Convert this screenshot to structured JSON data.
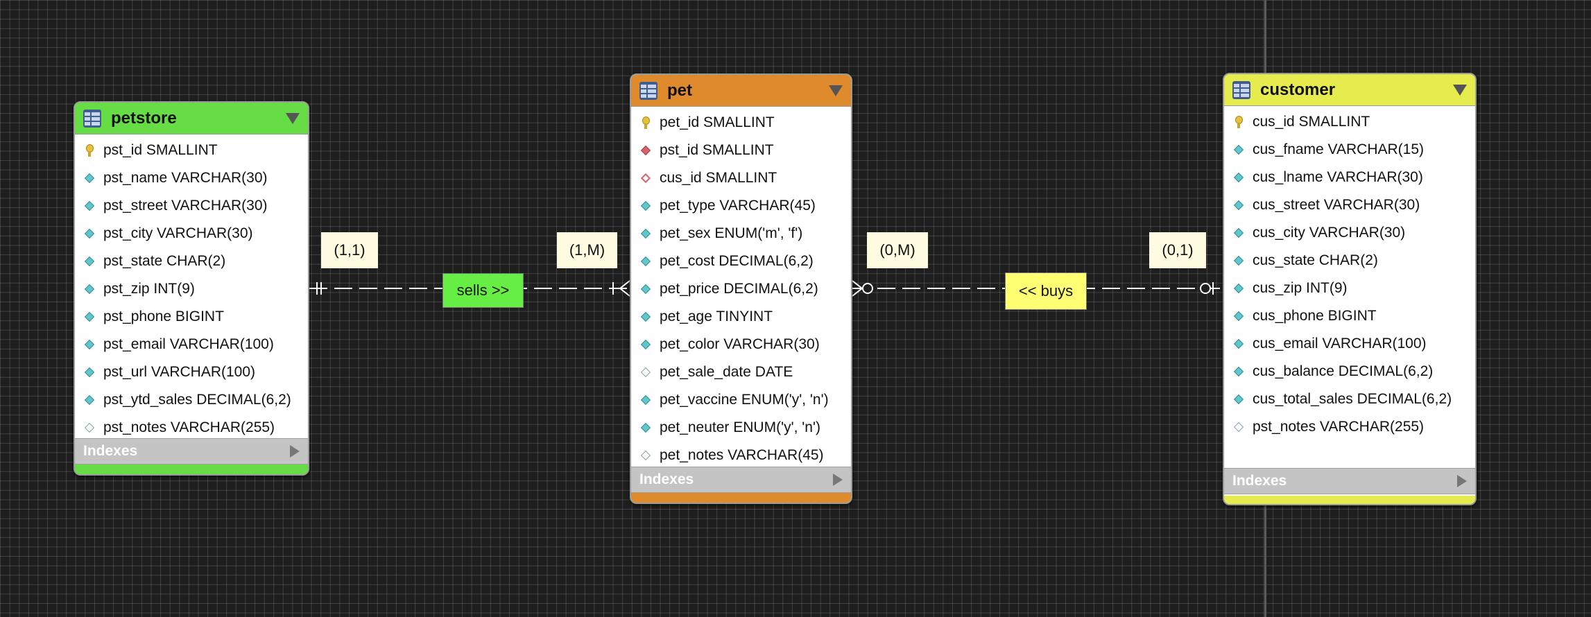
{
  "colors": {
    "petstore_header": "#66dd44",
    "pet_header": "#e08a2e",
    "customer_header": "#e6ec4e",
    "sells_box": "#66ee44",
    "buys_box": "#ffff73",
    "cardinality_bg": "#fffbe0",
    "connector": "#ffffff"
  },
  "tables": {
    "petstore": {
      "name": "petstore",
      "indexes_label": "Indexes",
      "fields": [
        {
          "text": "pst_id SMALLINT",
          "icon": "primary-key-icon"
        },
        {
          "text": "pst_name VARCHAR(30)",
          "icon": "attribute-icon"
        },
        {
          "text": "pst_street VARCHAR(30)",
          "icon": "attribute-icon"
        },
        {
          "text": "pst_city VARCHAR(30)",
          "icon": "attribute-icon"
        },
        {
          "text": "pst_state CHAR(2)",
          "icon": "attribute-icon"
        },
        {
          "text": "pst_zip INT(9)",
          "icon": "attribute-icon"
        },
        {
          "text": "pst_phone BIGINT",
          "icon": "attribute-icon"
        },
        {
          "text": "pst_email VARCHAR(100)",
          "icon": "attribute-icon"
        },
        {
          "text": "pst_url VARCHAR(100)",
          "icon": "attribute-icon"
        },
        {
          "text": "pst_ytd_sales DECIMAL(6,2)",
          "icon": "attribute-icon"
        },
        {
          "text": "pst_notes VARCHAR(255)",
          "icon": "nullable-attribute-icon"
        }
      ]
    },
    "pet": {
      "name": "pet",
      "indexes_label": "Indexes",
      "fields": [
        {
          "text": "pet_id SMALLINT",
          "icon": "primary-key-icon"
        },
        {
          "text": "pst_id SMALLINT",
          "icon": "foreign-key-icon"
        },
        {
          "text": "cus_id SMALLINT",
          "icon": "nullable-foreign-key-icon"
        },
        {
          "text": "pet_type VARCHAR(45)",
          "icon": "attribute-icon"
        },
        {
          "text": "pet_sex ENUM('m', 'f')",
          "icon": "attribute-icon"
        },
        {
          "text": "pet_cost DECIMAL(6,2)",
          "icon": "attribute-icon"
        },
        {
          "text": "pet_price DECIMAL(6,2)",
          "icon": "attribute-icon"
        },
        {
          "text": "pet_age TINYINT",
          "icon": "attribute-icon"
        },
        {
          "text": "pet_color VARCHAR(30)",
          "icon": "attribute-icon"
        },
        {
          "text": "pet_sale_date DATE",
          "icon": "nullable-attribute-icon"
        },
        {
          "text": "pet_vaccine ENUM('y', 'n')",
          "icon": "attribute-icon"
        },
        {
          "text": "pet_neuter ENUM('y', 'n')",
          "icon": "attribute-icon"
        },
        {
          "text": "pet_notes VARCHAR(45)",
          "icon": "nullable-attribute-icon"
        }
      ]
    },
    "customer": {
      "name": "customer",
      "indexes_label": "Indexes",
      "fields": [
        {
          "text": "cus_id SMALLINT",
          "icon": "primary-key-icon"
        },
        {
          "text": "cus_fname VARCHAR(15)",
          "icon": "attribute-icon"
        },
        {
          "text": "cus_lname VARCHAR(30)",
          "icon": "attribute-icon"
        },
        {
          "text": "cus_street VARCHAR(30)",
          "icon": "attribute-icon"
        },
        {
          "text": "cus_city VARCHAR(30)",
          "icon": "attribute-icon"
        },
        {
          "text": "cus_state CHAR(2)",
          "icon": "attribute-icon"
        },
        {
          "text": "cus_zip INT(9)",
          "icon": "attribute-icon"
        },
        {
          "text": "cus_phone BIGINT",
          "icon": "attribute-icon"
        },
        {
          "text": "cus_email VARCHAR(100)",
          "icon": "attribute-icon"
        },
        {
          "text": "cus_balance DECIMAL(6,2)",
          "icon": "attribute-icon"
        },
        {
          "text": "cus_total_sales DECIMAL(6,2)",
          "icon": "attribute-icon"
        },
        {
          "text": "pst_notes VARCHAR(255)",
          "icon": "nullable-attribute-icon"
        }
      ]
    }
  },
  "relationships": {
    "sells": {
      "label": "sells >>",
      "card_left": "(1,1)",
      "card_right": "(1,M)"
    },
    "buys": {
      "label": "<< buys",
      "card_left": "(0,M)",
      "card_right": "(0,1)"
    }
  }
}
